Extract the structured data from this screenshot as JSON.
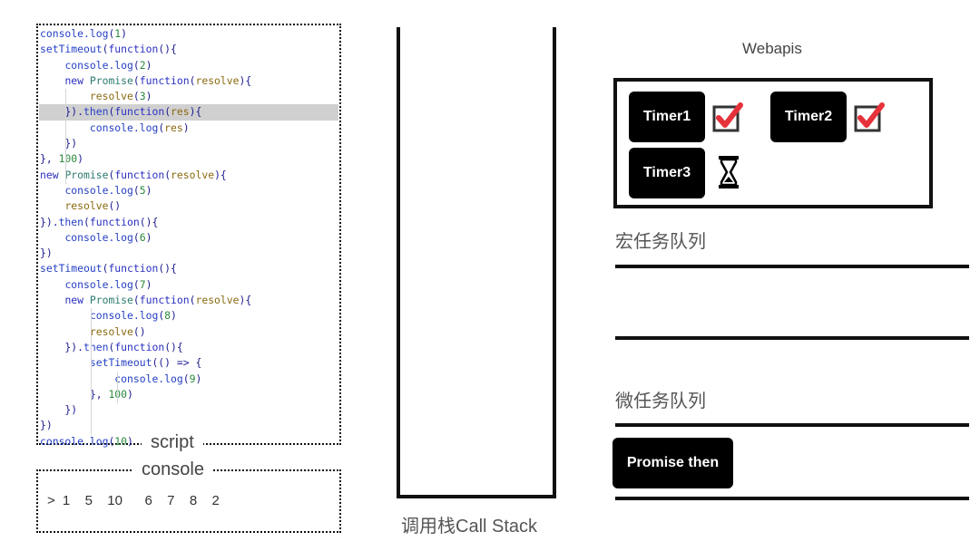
{
  "script": {
    "label": "script",
    "highlight_line": 5,
    "lines": [
      [
        [
          "call",
          "console.log"
        ],
        [
          "plain",
          "("
        ],
        [
          "num",
          "1"
        ],
        [
          "plain",
          ")"
        ]
      ],
      [
        [
          "call",
          "setTimeout"
        ],
        [
          "plain",
          "("
        ],
        [
          "kw",
          "function"
        ],
        [
          "plain",
          "(){"
        ]
      ],
      [
        [
          "plain",
          "    "
        ],
        [
          "call",
          "console.log"
        ],
        [
          "plain",
          "("
        ],
        [
          "num",
          "2"
        ],
        [
          "plain",
          ")"
        ]
      ],
      [
        [
          "plain",
          "    "
        ],
        [
          "kw",
          "new "
        ],
        [
          "cls",
          "Promise"
        ],
        [
          "plain",
          "("
        ],
        [
          "kw",
          "function"
        ],
        [
          "plain",
          "("
        ],
        [
          "arg",
          "resolve"
        ],
        [
          "plain",
          "){"
        ]
      ],
      [
        [
          "plain",
          "        "
        ],
        [
          "arg",
          "resolve"
        ],
        [
          "plain",
          "("
        ],
        [
          "num",
          "3"
        ],
        [
          "plain",
          ")"
        ]
      ],
      [
        [
          "plain",
          "    })."
        ],
        [
          "call",
          "then"
        ],
        [
          "plain",
          "("
        ],
        [
          "kw",
          "function"
        ],
        [
          "plain",
          "("
        ],
        [
          "arg",
          "res"
        ],
        [
          "plain",
          "){"
        ]
      ],
      [
        [
          "plain",
          "        "
        ],
        [
          "call",
          "console.log"
        ],
        [
          "plain",
          "("
        ],
        [
          "arg",
          "res"
        ],
        [
          "plain",
          ")"
        ]
      ],
      [
        [
          "plain",
          "    })"
        ]
      ],
      [
        [
          "plain",
          "}, "
        ],
        [
          "num",
          "100"
        ],
        [
          "plain",
          ")"
        ]
      ],
      [
        [
          "kw",
          "new "
        ],
        [
          "cls",
          "Promise"
        ],
        [
          "plain",
          "("
        ],
        [
          "kw",
          "function"
        ],
        [
          "plain",
          "("
        ],
        [
          "arg",
          "resolve"
        ],
        [
          "plain",
          "){"
        ]
      ],
      [
        [
          "plain",
          "    "
        ],
        [
          "call",
          "console.log"
        ],
        [
          "plain",
          "("
        ],
        [
          "num",
          "5"
        ],
        [
          "plain",
          ")"
        ]
      ],
      [
        [
          "plain",
          "    "
        ],
        [
          "arg",
          "resolve"
        ],
        [
          "plain",
          "()"
        ]
      ],
      [
        [
          "plain",
          "})."
        ],
        [
          "call",
          "then"
        ],
        [
          "plain",
          "("
        ],
        [
          "kw",
          "function"
        ],
        [
          "plain",
          "(){"
        ]
      ],
      [
        [
          "plain",
          "    "
        ],
        [
          "call",
          "console.log"
        ],
        [
          "plain",
          "("
        ],
        [
          "num",
          "6"
        ],
        [
          "plain",
          ")"
        ]
      ],
      [
        [
          "plain",
          "})"
        ]
      ],
      [
        [
          "call",
          "setTimeout"
        ],
        [
          "plain",
          "("
        ],
        [
          "kw",
          "function"
        ],
        [
          "plain",
          "(){"
        ]
      ],
      [
        [
          "plain",
          "    "
        ],
        [
          "call",
          "console.log"
        ],
        [
          "plain",
          "("
        ],
        [
          "num",
          "7"
        ],
        [
          "plain",
          ")"
        ]
      ],
      [
        [
          "plain",
          "    "
        ],
        [
          "kw",
          "new "
        ],
        [
          "cls",
          "Promise"
        ],
        [
          "plain",
          "("
        ],
        [
          "kw",
          "function"
        ],
        [
          "plain",
          "("
        ],
        [
          "arg",
          "resolve"
        ],
        [
          "plain",
          "){"
        ]
      ],
      [
        [
          "plain",
          "        "
        ],
        [
          "call",
          "console.log"
        ],
        [
          "plain",
          "("
        ],
        [
          "num",
          "8"
        ],
        [
          "plain",
          ")"
        ]
      ],
      [
        [
          "plain",
          "        "
        ],
        [
          "arg",
          "resolve"
        ],
        [
          "plain",
          "()"
        ]
      ],
      [
        [
          "plain",
          "    })."
        ],
        [
          "call",
          "then"
        ],
        [
          "plain",
          "("
        ],
        [
          "kw",
          "function"
        ],
        [
          "plain",
          "(){"
        ]
      ],
      [
        [
          "plain",
          "        "
        ],
        [
          "call",
          "setTimeout"
        ],
        [
          "plain",
          "(() => {"
        ]
      ],
      [
        [
          "plain",
          "            "
        ],
        [
          "call",
          "console.log"
        ],
        [
          "plain",
          "("
        ],
        [
          "num",
          "9"
        ],
        [
          "plain",
          ")"
        ]
      ],
      [
        [
          "plain",
          "        }, "
        ],
        [
          "num",
          "100"
        ],
        [
          "plain",
          ")"
        ]
      ],
      [
        [
          "plain",
          "    })"
        ]
      ],
      [
        [
          "plain",
          "})"
        ]
      ],
      [
        [
          "call",
          "console.log"
        ],
        [
          "plain",
          "("
        ],
        [
          "num",
          "10"
        ],
        [
          "plain",
          ")"
        ]
      ]
    ]
  },
  "console": {
    "label": "console",
    "output": "> 1  5  10   6  7  8  2"
  },
  "call_stack": {
    "label": "调用栈Call Stack"
  },
  "webapis": {
    "title": "Webapis",
    "timers": [
      {
        "label": "Timer1",
        "status": "done",
        "icon": "checkbox-checked-icon"
      },
      {
        "label": "Timer2",
        "status": "done",
        "icon": "checkbox-checked-icon"
      },
      {
        "label": "Timer3",
        "status": "pending",
        "icon": "hourglass-icon"
      }
    ]
  },
  "macro_queue": {
    "title": "宏任务队列"
  },
  "micro_queue": {
    "title": "微任务队列",
    "items": [
      "Promise then"
    ]
  },
  "colors": {
    "check_red": "#e5313a",
    "highlight": "#d0d0d0",
    "task_bg": "#000000"
  }
}
